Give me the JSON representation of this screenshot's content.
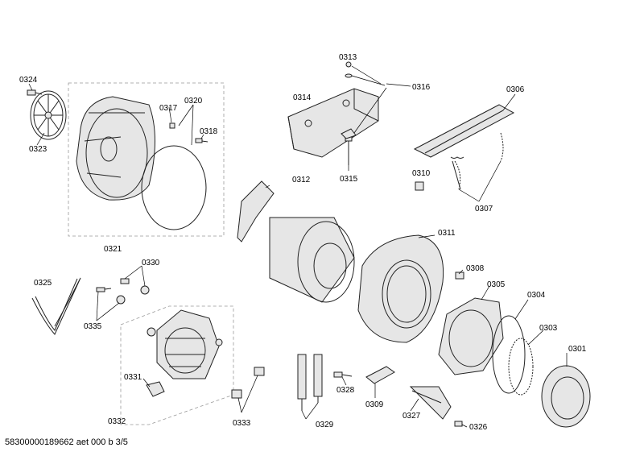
{
  "diagram": {
    "labels": {
      "p0301": "0301",
      "p0304": "0304",
      "p0305": "0305",
      "p0306": "0306",
      "p0307": "0307",
      "p0308": "0308",
      "p0309": "0309",
      "p0310": "0310",
      "p0311": "0311",
      "p0312": "0312",
      "p0313": "0313",
      "p0314": "0314",
      "p0315": "0315",
      "p0316": "0316",
      "p0317": "0317",
      "p0318": "0318",
      "p0320": "0320",
      "p0321": "0321",
      "p0323": "0323",
      "p0324": "0324",
      "p0325": "0325",
      "p0326": "0326",
      "p0327": "0327",
      "p0328": "0328",
      "p0329": "0329",
      "p0330": "0330",
      "p0331": "0331",
      "p0332": "0332",
      "p0333": "0333",
      "p0335": "0335",
      "p0303": "0303"
    },
    "footer": "58300000189662 aet 000 b 3/5"
  }
}
